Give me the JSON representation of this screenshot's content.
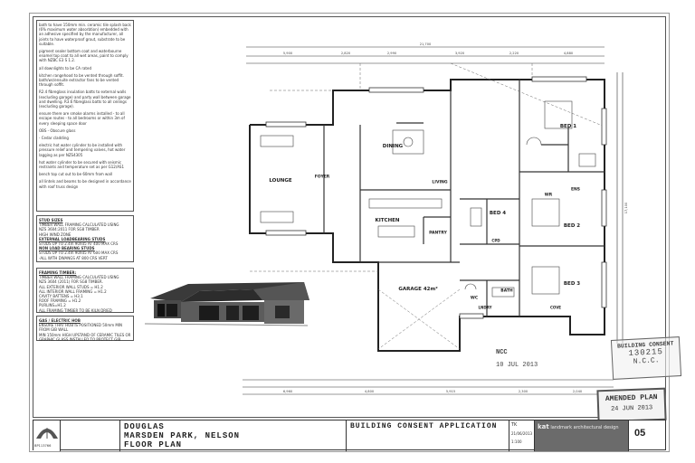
{
  "notes": {
    "general": [
      "bath to have 150mm min. ceramic tile splash back (6% maximum water absorbtion) embedded with an adhesive specified by the manufacturer, all joints to have waterproof grout, substrate to be suitable.",
      "pigment sealer bottom coat and waterbourne enamel top coat to all wet areas, paint to comply with NZBC E3 S 1.2.",
      "all downlights to be CA rated",
      "kitchen rangehood to be vented through soffit. bath/wc/ensuite extractor fans to be vented through soffit.",
      "R2.4 fibreglass insulation batts to external walls (excluding garage) and party wall between garage and dwelling. R3.6 fibreglass batts to all ceilings (excluding garage).",
      "ensure there are smoke alarms installed - to all escape routes - to all bedrooms or within 3m of every sleeping space door",
      "OBS - Obscure glass",
      "- Cedar cladding",
      "electric hot water cylinder to be installed with pressure relief and tempering valves, hot water lagging as per NZS4305",
      "hot water cylinder to be secured with seismic restraints and temperature set as per G12/AS1",
      "bench top cut out to be 60mm from wall",
      "all lintels and beams to be designed in accordance with roof truss design"
    ],
    "studs": {
      "title": "STUD SIZES",
      "lines": [
        "TIMBER WALL FRAMING CALCULATED USING",
        "NZS 3604:2011 FOR SG8 TIMBER",
        "HIGH WIND ZONE",
        "EXTERNAL LOADBEARING STUDS",
        "STUDS UP TO 2.4m 90X45 AT 400 MAX CRS",
        "NON LOAD BEARING STUDS",
        "STUDS UP TO 2.4m 90X45 AT 600 MAX CRS",
        "-ALL WITH DWANGS AT 800 CRS VERT"
      ]
    },
    "framing": {
      "title": "FRAMING TIMBER:",
      "lines": [
        "TIMBER WALL FRAMING CALCULATED USING",
        "NZS 3604 (2011) FOR SG8 TIMBER.",
        "ALL EXTERIOR WALL STUDS = H1.2",
        "ALL INTERIOR WALL FRAMING = H1.2",
        "CAVITY BATTENS = H3.1",
        "ROOF FRAMING = H1.2",
        "PURLINS=H1.2",
        "ALL FRAMING TIMBER TO BE KILN DRIED"
      ]
    },
    "gas": {
      "title": "GAS / ELECTRIC HOB",
      "lines": [
        "ENSURE THAT HOB IS POSITIONED 50mm MIN FROM GIB WALL",
        "MIN 150mm HIGH UPSTAND OF CERAMIC TILES OR GRAPHIC GLASS INSTALLED TO PROTECT GIB"
      ]
    }
  },
  "rooms": {
    "lounge": "LOUNGE",
    "foyer": "FOYER",
    "dining": "DINING",
    "living": "LIVING",
    "kitchen": "KITCHEN",
    "pantry": "PANTRY",
    "garage": "GARAGE 42m²",
    "bed1": "BED 1",
    "ens": "ENS",
    "wr": "WR",
    "bed4": "BED 4",
    "bed2": "BED 2",
    "bed3": "BED 3",
    "cpd": "CPD",
    "bath": "BATH",
    "wc": "WC",
    "lndry": "LNDRY",
    "cove": "COVE"
  },
  "dims": {
    "overall": "21,700",
    "side": "17,100",
    "top": [
      "5,900",
      "2,820",
      "2,990",
      "3,920",
      "2,220",
      "4,880"
    ],
    "bottom": [
      "6,960",
      "4,800",
      "5,915",
      "2,300",
      "2,040"
    ]
  },
  "stamps": {
    "ncc": "NCC",
    "ncc_date": "10 JUL 2013",
    "consent_title": "BUILDING CONSENT",
    "consent_number": "130215",
    "consent_council": "N.C.C.",
    "amended_title": "AMENDED PLAN",
    "amended_date": "24 JUN 2013"
  },
  "title_block": {
    "project_line1": "DOUGLAS",
    "project_line2": "MARSDEN PARK, NELSON",
    "project_line3": "FLOOR PLAN",
    "application": "BUILDING CONSENT APPLICATION",
    "drawn": "TK",
    "date": "21/06/2013",
    "scale": "1:100",
    "company_tag": "kat",
    "company": "landmark architectural design",
    "sheet": "05",
    "logo_number": "BP113766"
  }
}
